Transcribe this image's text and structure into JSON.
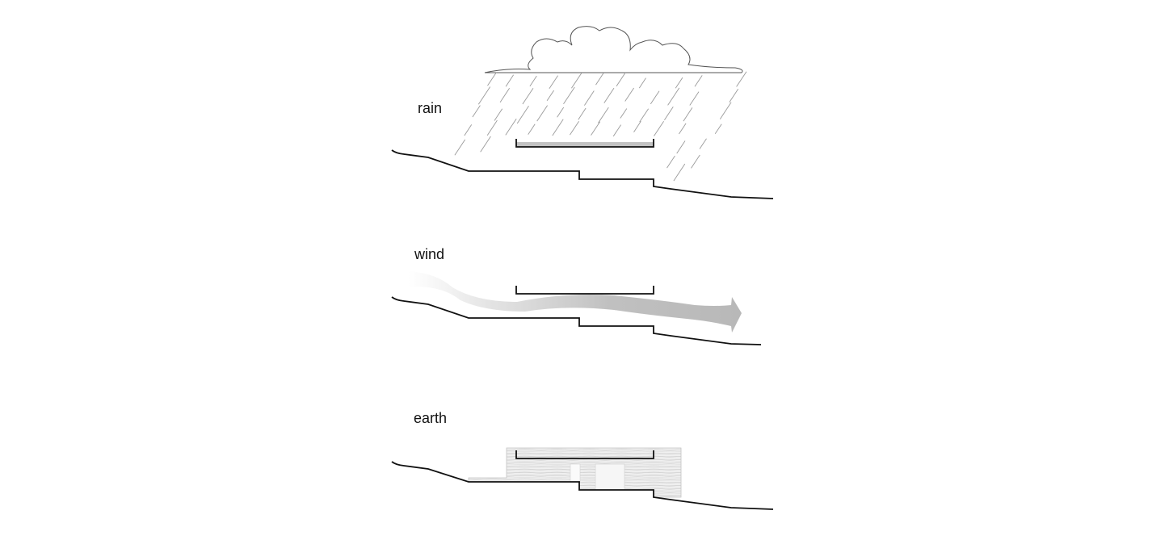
{
  "labels": {
    "rain": "rain",
    "wind": "wind",
    "earth": "earth"
  },
  "colors": {
    "line": "#111111",
    "hatch": "#9a9a9a",
    "water": "#bdbdbd",
    "wind_fill": "#bcbcbc",
    "earth_fill": "#eeeeee",
    "earth_edge": "#c4c4c4"
  }
}
